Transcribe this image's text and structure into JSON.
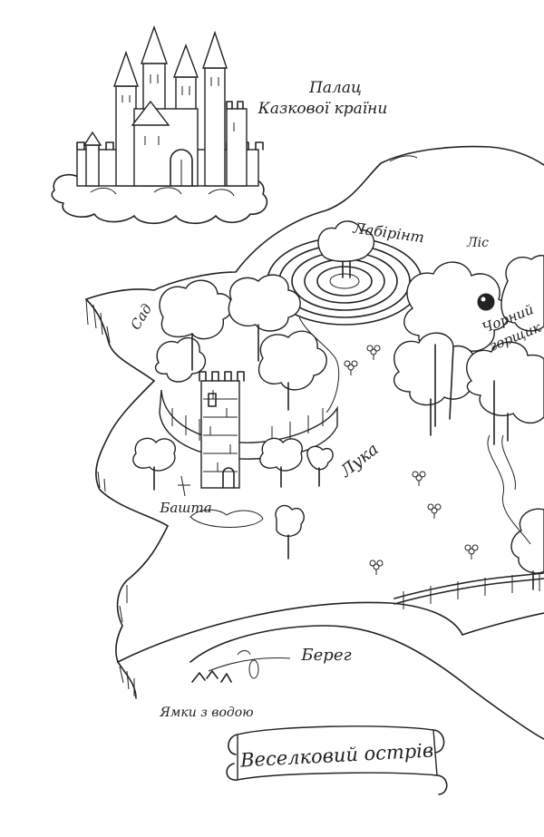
{
  "map": {
    "title": "Веселковий острів",
    "labels": {
      "palace_line1": "Палац",
      "palace_line2": "Казкової країни",
      "labyrinth": "Лабірінт",
      "forest": "Ліс",
      "black_pot_line1": "Чорний",
      "black_pot_line2": "горщик",
      "garden": "Сад",
      "meadow": "Лука",
      "tower": "Башта",
      "shore": "Берег",
      "water_holes": "Ямки з водою"
    },
    "style": {
      "ink": "#222222",
      "paper": "#ffffff"
    }
  }
}
